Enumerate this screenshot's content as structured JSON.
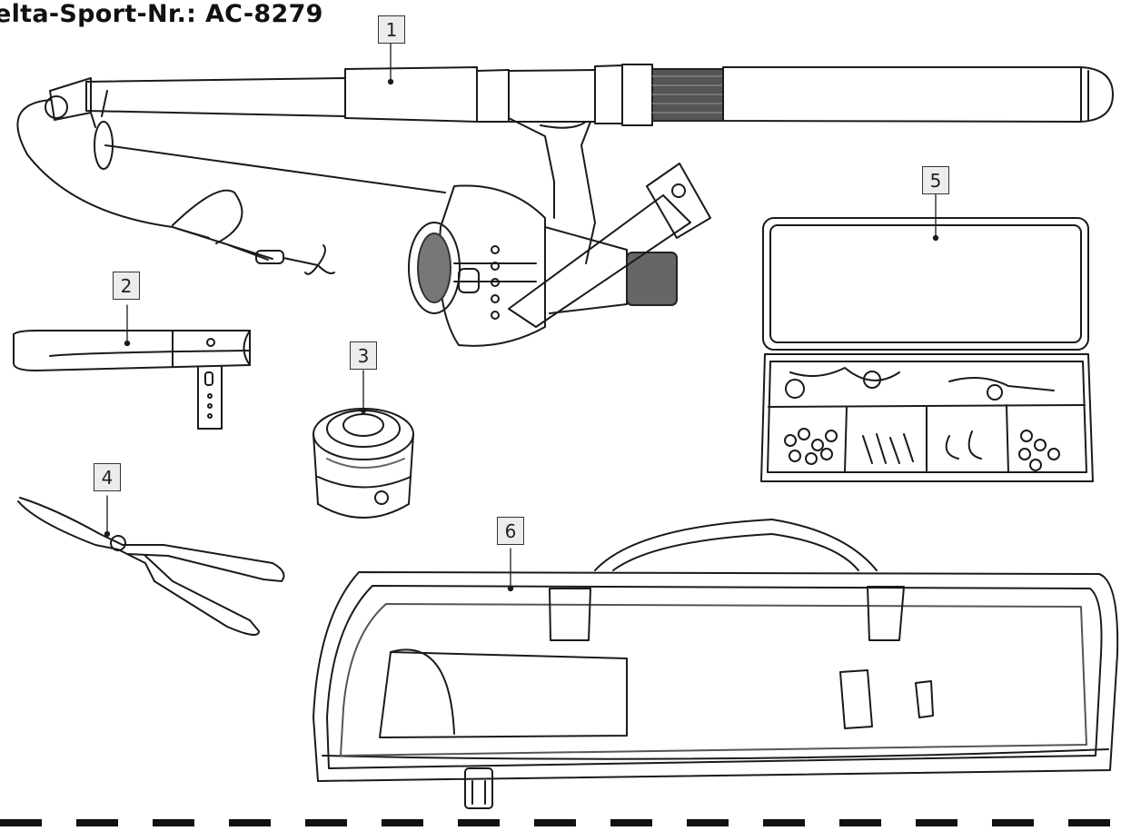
{
  "header": {
    "title": "elta-Sport-Nr.: AC-8279"
  },
  "callouts": [
    "1",
    "2",
    "3",
    "4",
    "5",
    "6"
  ],
  "items": [
    {
      "id": "1",
      "icon": "fishing-rod-with-reel-icon"
    },
    {
      "id": "2",
      "icon": "rod-holder-icon"
    },
    {
      "id": "3",
      "icon": "spare-spool-icon"
    },
    {
      "id": "4",
      "icon": "pliers-icon"
    },
    {
      "id": "5",
      "icon": "tackle-box-icon"
    },
    {
      "id": "6",
      "icon": "carry-bag-icon"
    }
  ],
  "colors": {
    "line": "#1a1a1a",
    "label_fill": "#ececec",
    "background": "#ffffff"
  }
}
